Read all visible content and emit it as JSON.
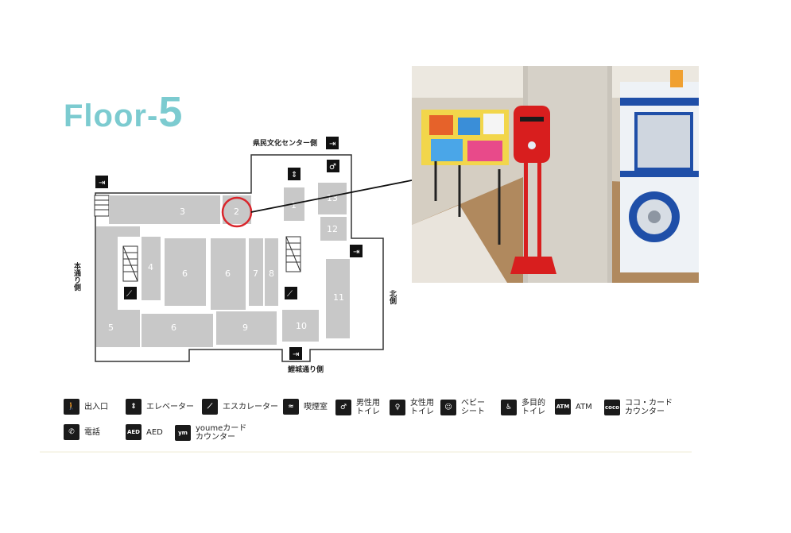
{
  "floor": {
    "prefix": "Floor-",
    "number": "5"
  },
  "labels": {
    "top": "県民文化センター側",
    "left": "本通り側",
    "right": "北側",
    "bottom": "鯉城通り側"
  },
  "rooms": [
    "3",
    "2",
    "1",
    "13",
    "12",
    "4",
    "6",
    "6",
    "7",
    "8",
    "11",
    "5",
    "6",
    "9",
    "10"
  ],
  "highlighted_room": "2",
  "legend": [
    {
      "icon": "entrance-icon",
      "glyph": "🚶",
      "label": "出入口"
    },
    {
      "icon": "elevator-icon",
      "glyph": "⇕",
      "label": "エレベーター"
    },
    {
      "icon": "escalator-icon",
      "glyph": "⟋",
      "label": "エスカレーター"
    },
    {
      "icon": "smoking-icon",
      "glyph": "≈",
      "label": "喫煙室"
    },
    {
      "icon": "mens-toilet-icon",
      "glyph": "♂",
      "label": "男性用\nトイレ"
    },
    {
      "icon": "womens-toilet-icon",
      "glyph": "♀",
      "label": "女性用\nトイレ"
    },
    {
      "icon": "baby-sheet-icon",
      "glyph": "☺",
      "label": "ベビー\nシート"
    },
    {
      "icon": "multipurpose-toilet-icon",
      "glyph": "♿",
      "label": "多目的\nトイレ"
    },
    {
      "icon": "atm-icon",
      "glyph": "ATM",
      "label": "ATM"
    },
    {
      "icon": "coco-card-icon",
      "glyph": "coco",
      "label": "ココ・カード\nカウンター"
    },
    {
      "icon": "phone-icon",
      "glyph": "✆",
      "label": "電話"
    },
    {
      "icon": "aed-icon",
      "glyph": "AED",
      "label": "AED"
    },
    {
      "icon": "youme-card-icon",
      "glyph": "ym",
      "label": "youmeカード\nカウンター"
    }
  ],
  "colors": {
    "title": "#7ccbd0",
    "room": "#c8c8c8",
    "highlight": "#d9262c",
    "post": "#d81e1e"
  }
}
